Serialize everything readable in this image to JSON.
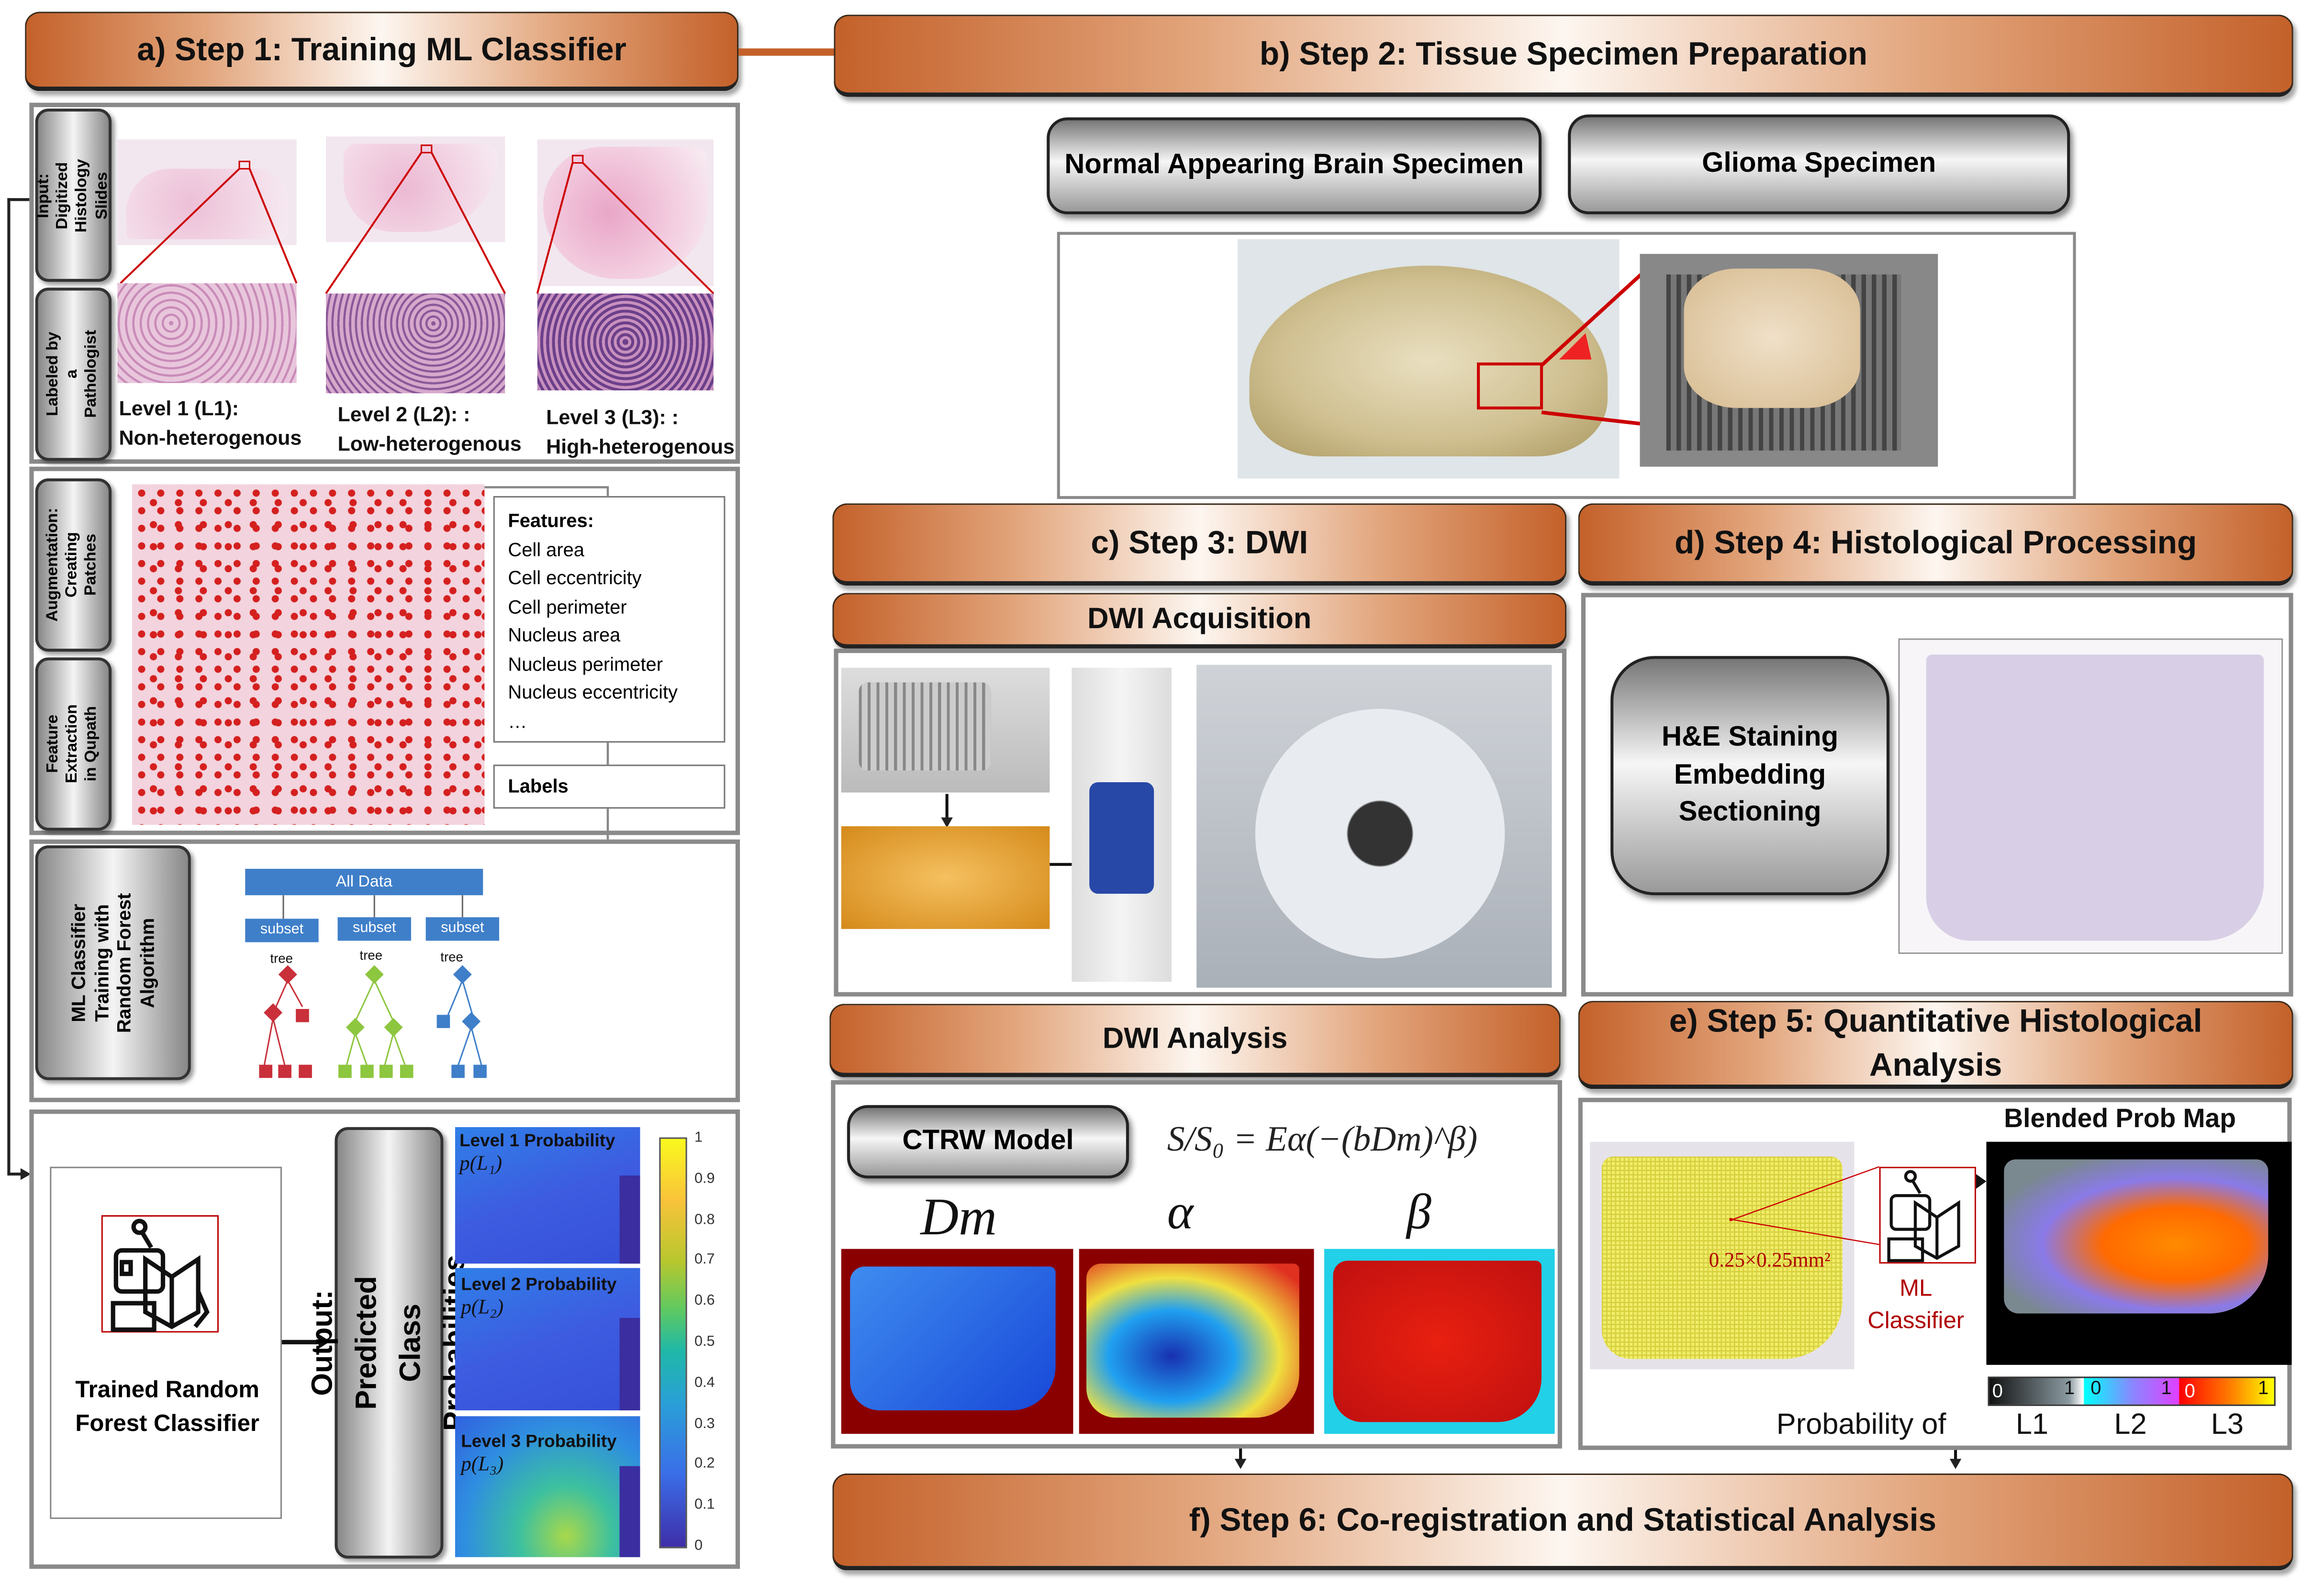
{
  "step_a": {
    "title": "a) Step 1: Training ML Classifier",
    "side_labels": [
      "Input: Digitized Histology Slides",
      "Labeled by a Pathologist",
      "Augmentation: Creating Patches",
      "Feature Extraction in Qupath",
      "ML Classifier Training with Random Forest Algorithm"
    ],
    "levels": [
      {
        "name": "Level 1 (L1):",
        "desc": "Non-heterogenous"
      },
      {
        "name": "Level 2 (L2): :",
        "desc": "Low-heterogenous"
      },
      {
        "name": "Level 3 (L3): :",
        "desc": "High-heterogenous"
      }
    ],
    "features_title": "Features:",
    "features": [
      "Cell area",
      "Cell eccentricity",
      "Cell perimeter",
      "Nucleus area",
      "Nucleus perimeter",
      "Nucleus eccentricity",
      "…"
    ],
    "labels_box": "Labels",
    "forest": {
      "all_data": "All Data",
      "subset": "subset",
      "tree": "tree",
      "colors": [
        "#c9303a",
        "#8dc63f",
        "#3f7fc9"
      ]
    },
    "trained_classifier": "Trained Random Forest Classifier",
    "output_label": "Output: Predicted Class Probabilities",
    "prob_maps": [
      {
        "title": "Level 1 Probability",
        "formula": "p(L₁)"
      },
      {
        "title": "Level 2 Probability",
        "formula": "p(L₂)"
      },
      {
        "title": "Level 3 Probability",
        "formula": "p(L₃)"
      }
    ],
    "colorbar_ticks": [
      "1",
      "0.9",
      "0.8",
      "0.7",
      "0.6",
      "0.5",
      "0.4",
      "0.3",
      "0.2",
      "0.1",
      "0"
    ]
  },
  "step_b": {
    "title": "b) Step 2: Tissue Specimen Preparation",
    "normal": "Normal Appearing Brain Specimen",
    "glioma": "Glioma Specimen"
  },
  "step_c": {
    "title": "c) Step 3: DWI",
    "acquisition": "DWI Acquisition",
    "analysis": "DWI Analysis",
    "model": "CTRW Model",
    "equation": "S/S₀ = Eα(−(bDm)^β)",
    "params": [
      "Dm",
      "α",
      "β"
    ]
  },
  "step_d": {
    "title": "d) Step 4: Histological Processing",
    "process": "H&E Staining Embedding Sectioning"
  },
  "step_e": {
    "title": "e) Step 5: Quantitative Histological Analysis",
    "blended_title": "Blended Prob Map",
    "patch_size": "0.25×0.25mm²",
    "ml_classifier": "ML Classifier",
    "colorbar_ticks": [
      "0",
      "1",
      "0",
      "1",
      "0",
      "1"
    ],
    "probability_of": "Probability of",
    "levels": [
      "L1",
      "L2",
      "L3"
    ]
  },
  "step_f": {
    "title": "f) Step 6: Co-registration and Statistical Analysis"
  },
  "colors": {
    "header_orange": "#c4612a",
    "panel_border": "#8a8a8a"
  }
}
